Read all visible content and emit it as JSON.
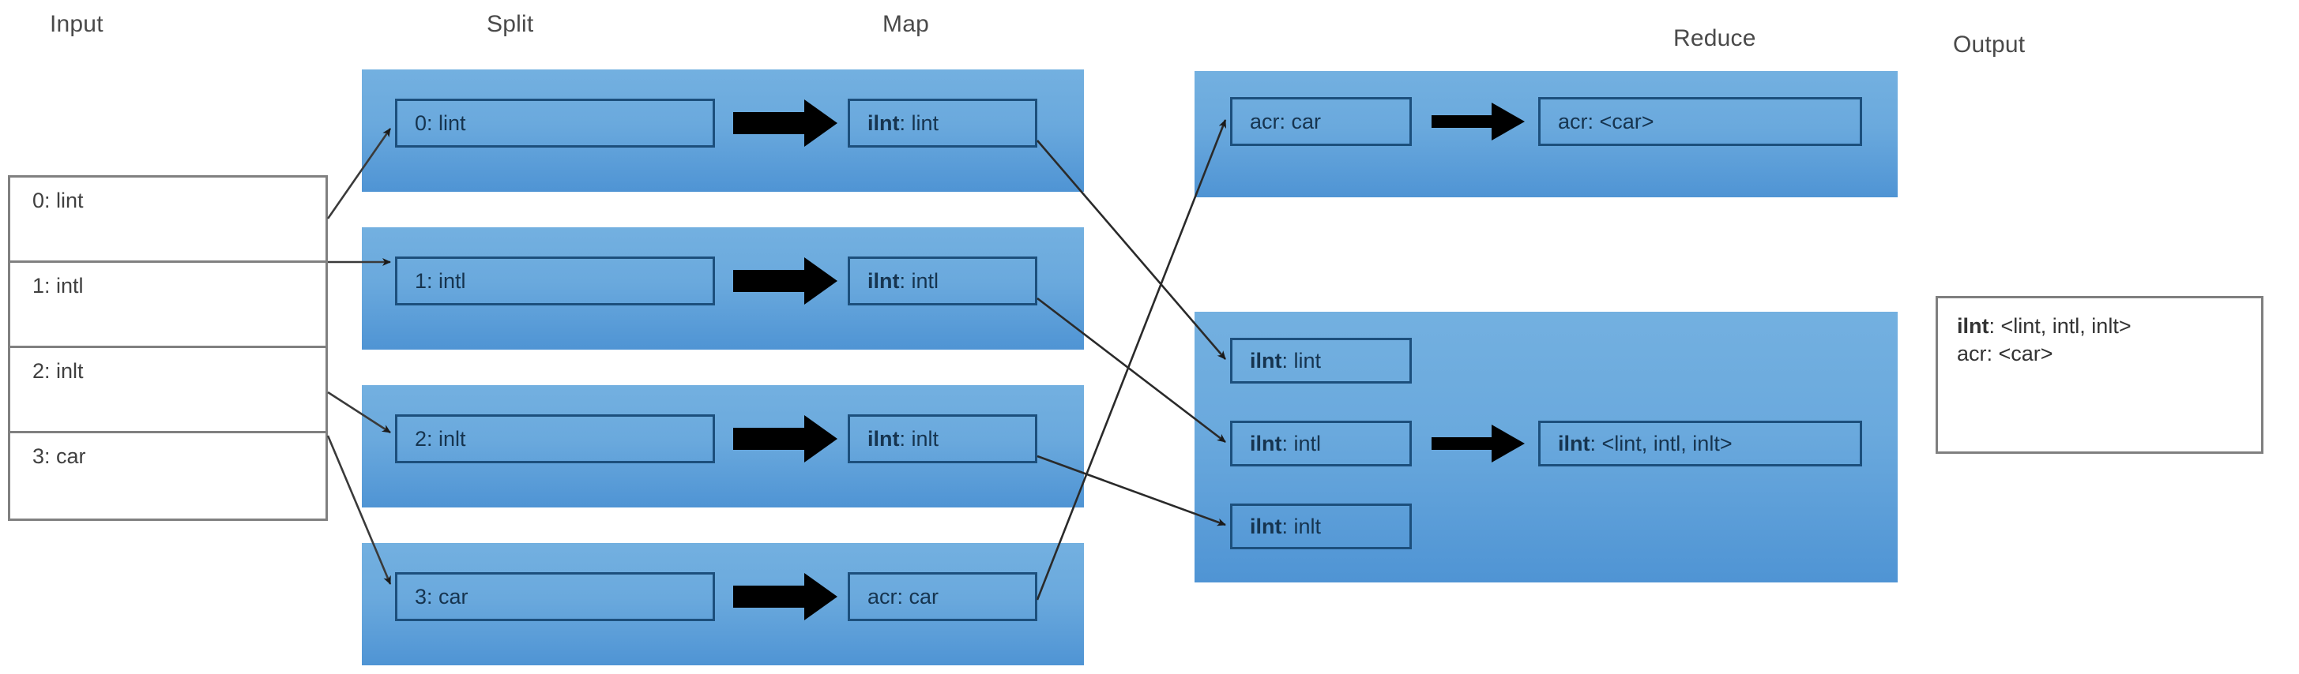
{
  "headers": {
    "input": "Input",
    "split": "Split",
    "map": "Map",
    "reduce": "Reduce",
    "output": "Output"
  },
  "input_table": {
    "rows": [
      {
        "label": "0: lint"
      },
      {
        "label": "1: intl"
      },
      {
        "label": "2: inlt"
      },
      {
        "label": "3: car"
      }
    ]
  },
  "split": {
    "items": [
      {
        "label": "0: lint"
      },
      {
        "label": "1: intl"
      },
      {
        "label": "2: inlt"
      },
      {
        "label": "3: car"
      }
    ]
  },
  "map": {
    "items": [
      {
        "key": "ilnt",
        "value": "lint",
        "label": "ilnt: lint"
      },
      {
        "key": "ilnt",
        "value": "intl",
        "label": "ilnt: intl"
      },
      {
        "key": "ilnt",
        "value": "inlt",
        "label": "ilnt: inlt"
      },
      {
        "key": "acr",
        "value": "car",
        "label": "acr: car"
      }
    ]
  },
  "reduce": {
    "group_car": {
      "inputs": [
        {
          "label": "acr: car"
        }
      ],
      "result": {
        "label": "acr: <car>"
      }
    },
    "group_ilnt": {
      "inputs": [
        {
          "label": "ilnt: lint"
        },
        {
          "label": "ilnt: intl"
        },
        {
          "label": "ilnt: inlt"
        }
      ],
      "result": {
        "label": "ilnt: <lint, intl, inlt>"
      }
    }
  },
  "output": {
    "lines": [
      {
        "key": "ilnt",
        "rest": ": <lint, intl, inlt>"
      },
      {
        "key": "acr",
        "rest": ": <car>"
      }
    ]
  },
  "colors": {
    "band_top": "#73b0e0",
    "band_bottom": "#4f94d4",
    "box_border": "#1c4f7c",
    "table_border": "#808080",
    "arrow": "#000000",
    "header_text": "#4a4a4a",
    "body_text": "#16344f"
  }
}
